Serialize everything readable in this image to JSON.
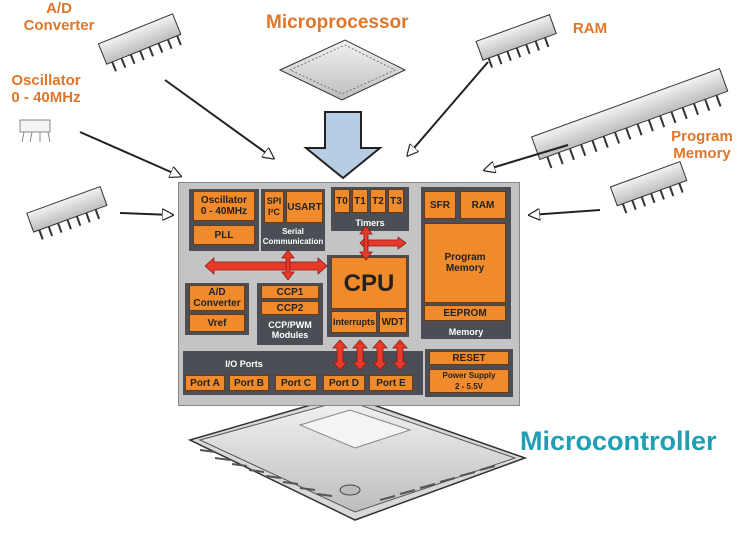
{
  "labels": {
    "ad_converter": "A/D\nConverter",
    "oscillator": "Oscillator\n0 - 40MHz",
    "microprocessor": "Microprocessor",
    "ram": "RAM",
    "program_memory": "Program\nMemory",
    "microcontroller": "Microcontroller"
  },
  "die": {
    "oscillator": "Oscillator\n0 - 40MHz",
    "pll": "PLL",
    "spi": "SPI\nI²C",
    "usart": "USART",
    "serial": "Serial\nCommunication",
    "t0": "T0",
    "t1": "T1",
    "t2": "T2",
    "t3": "T3",
    "timers": "Timers",
    "sfr": "SFR",
    "ram": "RAM",
    "program_memory": "Program\nMemory",
    "eeprom": "EEPROM",
    "memory": "Memory",
    "cpu": "CPU",
    "interrupts": "Interrupts",
    "wdt": "WDT",
    "ad": "A/D\nConverter",
    "vref": "Vref",
    "ccp1": "CCP1",
    "ccp2": "CCP2",
    "ccp_pwm": "CCP/PWM\nModules",
    "io_ports": "I/O Ports",
    "port_a": "Port A",
    "port_b": "Port B",
    "port_c": "Port C",
    "port_d": "Port D",
    "port_e": "Port E",
    "reset": "RESET",
    "power_supply": "Power Supply\n2 - 5.5V"
  },
  "colors": {
    "orange": "#f08a2a",
    "label_orange": "#e0762a",
    "teal": "#1f9fb3",
    "dark_gray": "#4b4f55",
    "red_arrow": "#e83a2a"
  }
}
